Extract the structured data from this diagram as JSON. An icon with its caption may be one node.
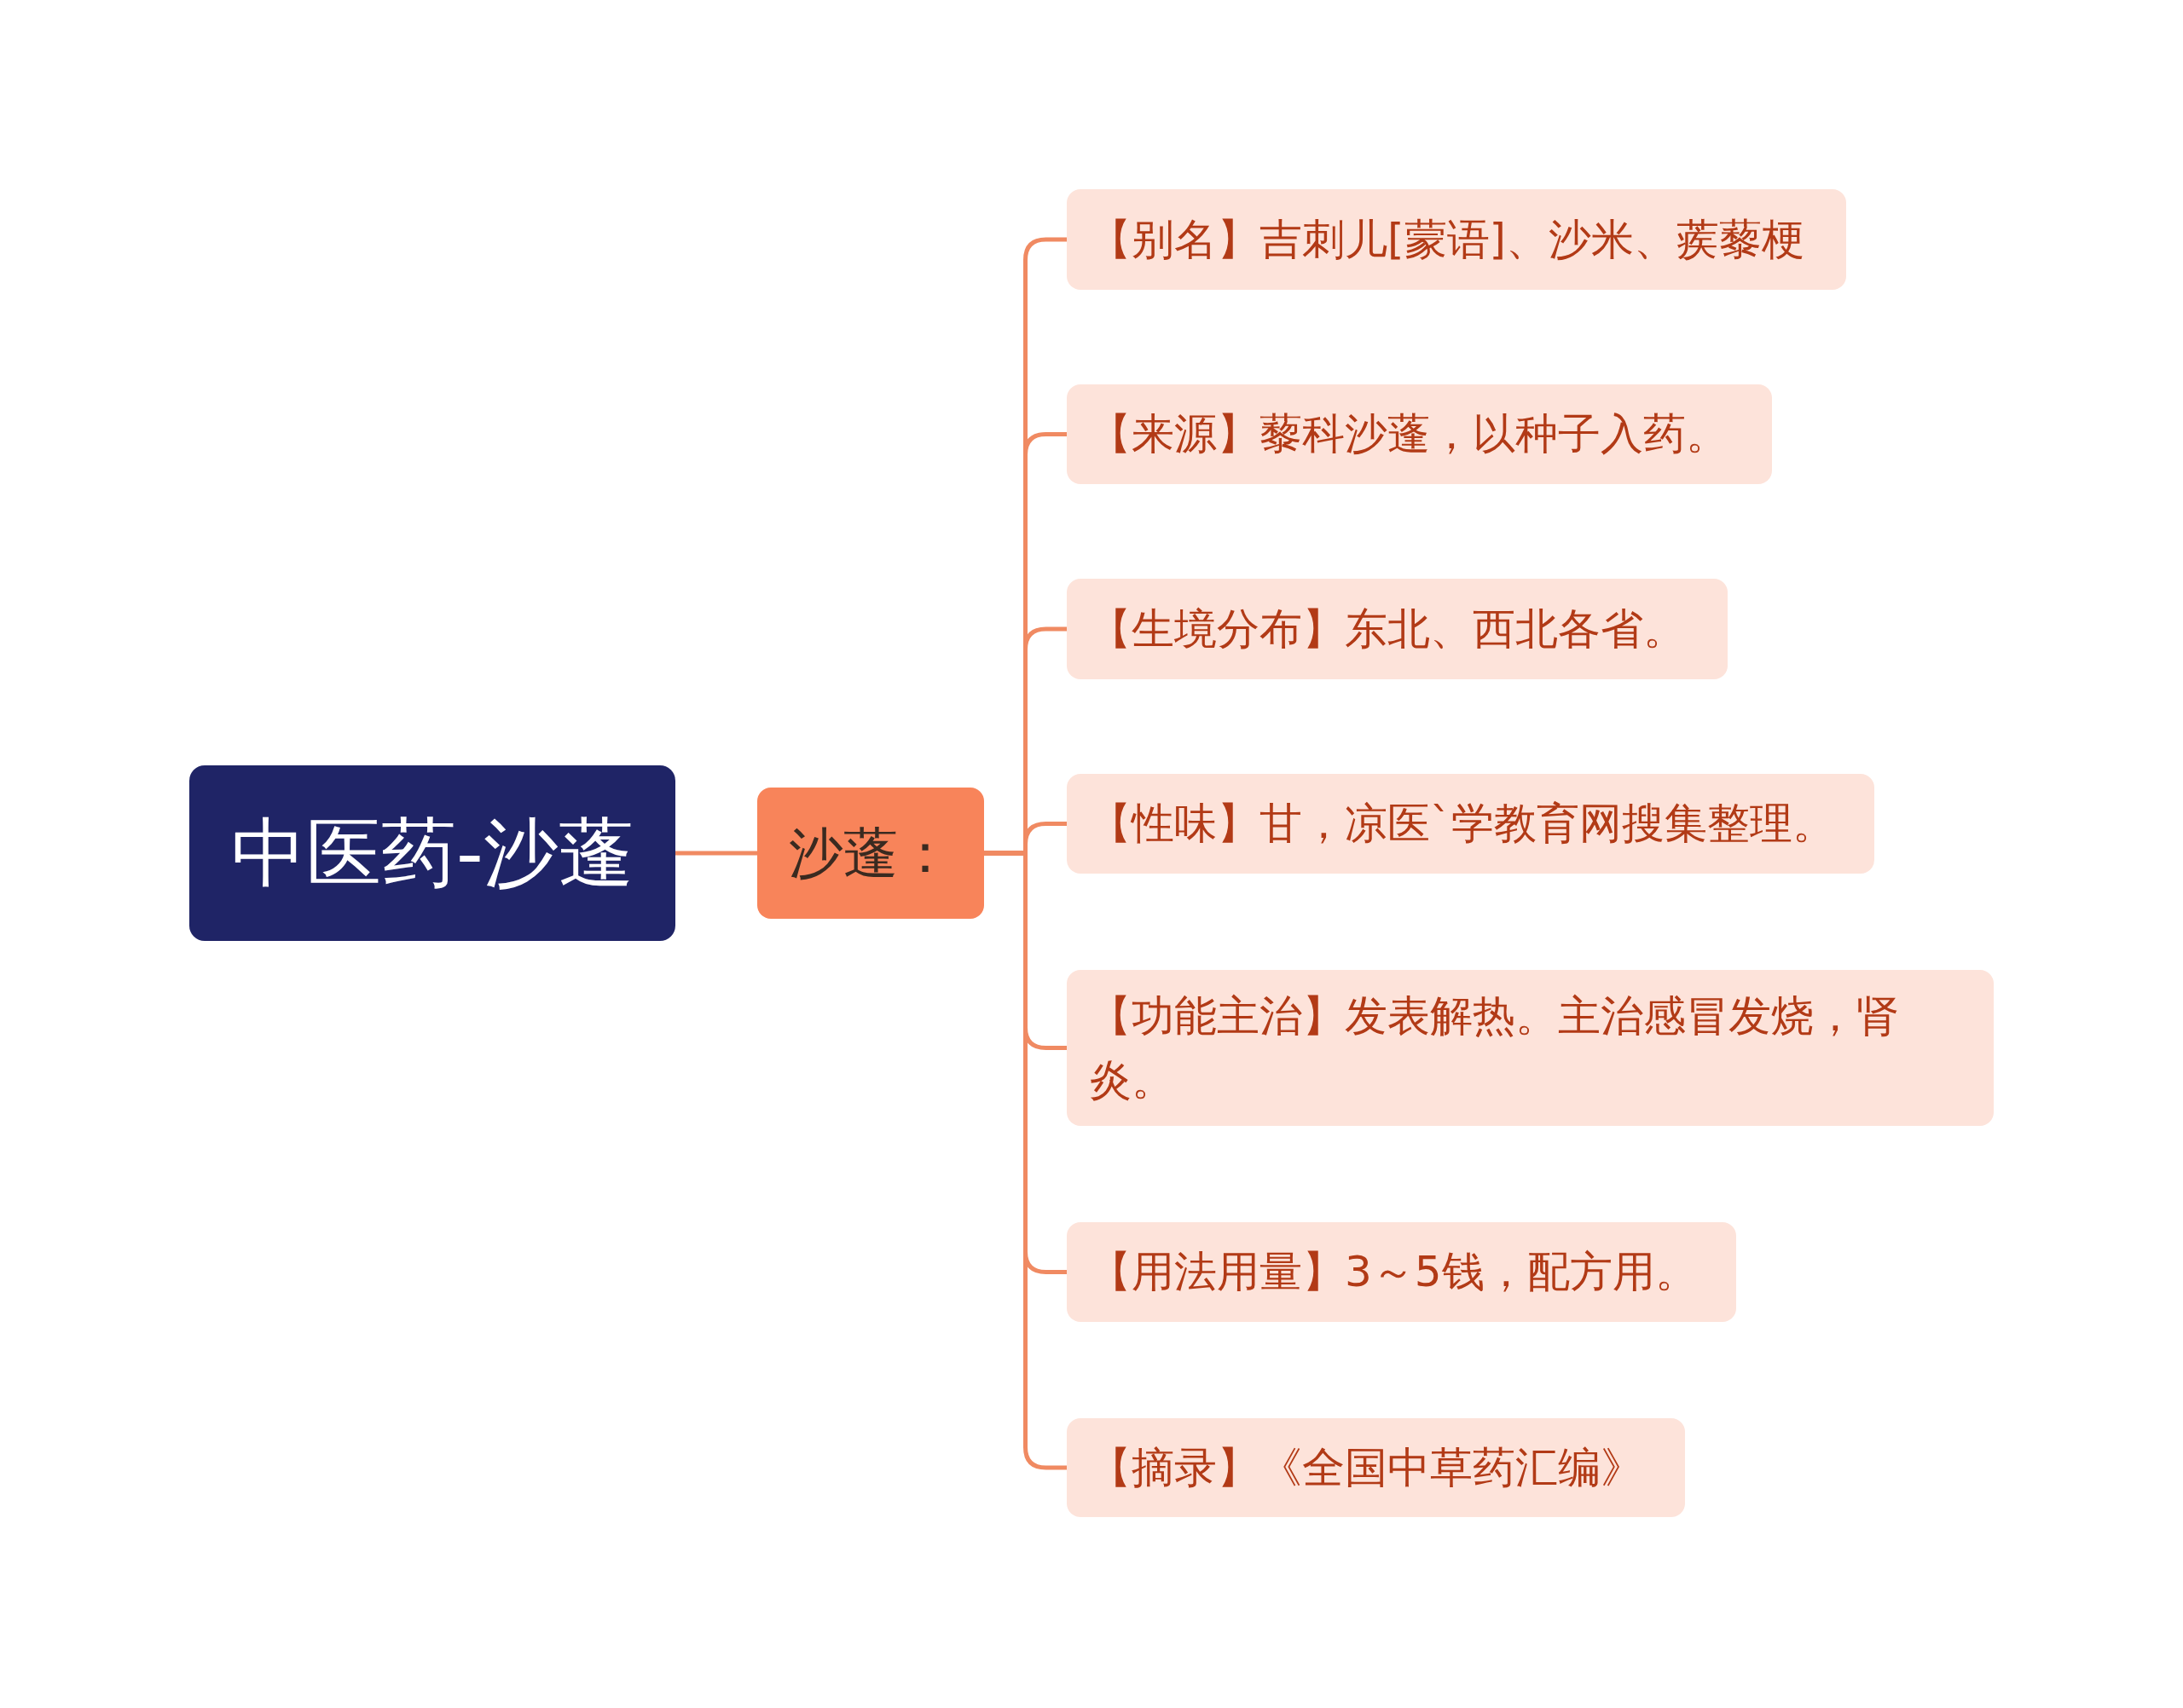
{
  "diagram": {
    "nodes": [
      {
        "text": [
          "中医药-沙蓬"
        ]
      },
      {
        "text": [
          "沙蓬："
        ]
      },
      {
        "text": [
          "【别名】吉刺儿[蒙语]、沙米、蒺藜梗"
        ]
      },
      {
        "text": [
          "【来源】藜科沙蓬，以种子入药。"
        ]
      },
      {
        "text": [
          "【生境分布】东北、西北各省。"
        ]
      },
      {
        "text": [
          "【性味】甘，凉医`学教育网搜集整理。"
        ]
      },
      {
        "text": [
          "【功能主治】发表解热。主治感冒发烧，肾炎。"
        ]
      },
      {
        "text": [
          "【用法用量】3～5钱，配方用。"
        ]
      },
      {
        "text": [
          "【摘录】《全国中草药汇编》"
        ]
      }
    ],
    "edges": [
      {
        "from": 0,
        "to": 1,
        "arrow": "none"
      },
      {
        "from": 1,
        "to": 2,
        "arrow": "none"
      },
      {
        "from": 1,
        "to": 3,
        "arrow": "none"
      },
      {
        "from": 1,
        "to": 4,
        "arrow": "none"
      },
      {
        "from": 1,
        "to": 5,
        "arrow": "none"
      },
      {
        "from": 1,
        "to": 6,
        "arrow": "none"
      },
      {
        "from": 1,
        "to": 7,
        "arrow": "none"
      },
      {
        "from": 1,
        "to": 8,
        "arrow": "none"
      }
    ]
  }
}
